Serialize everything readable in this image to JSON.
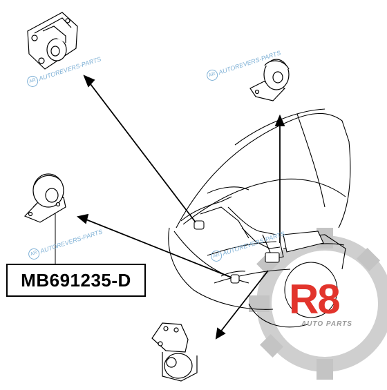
{
  "diagram": {
    "part_number": "MB691235-D",
    "watermark_text": "AUTOREVERS-PARTS",
    "watermark_badge": "AR",
    "watermark_color": "#7fb1d6",
    "brand_logo": {
      "main": "R8",
      "sub": "AUTO PARTS",
      "main_color": "#e2342c",
      "gear_color": "#8c8c8c"
    }
  }
}
